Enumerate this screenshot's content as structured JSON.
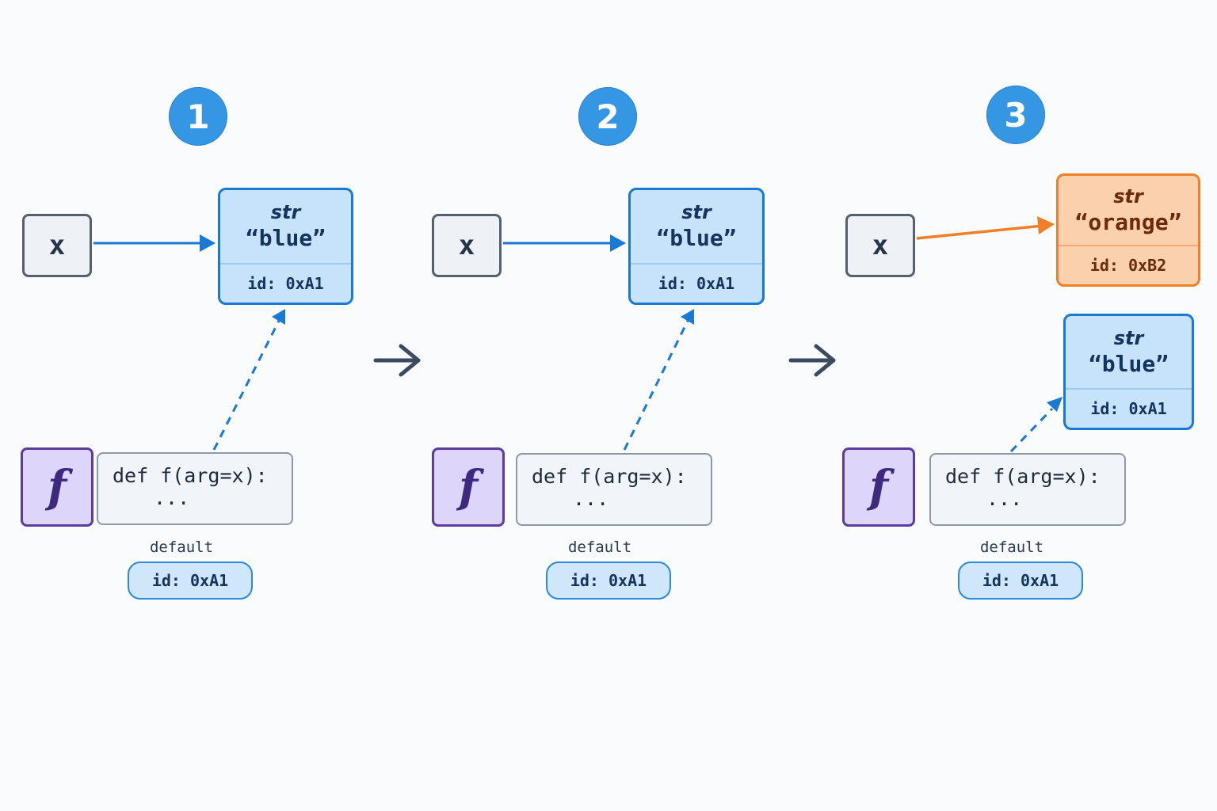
{
  "colors": {
    "badge": "#3596e3",
    "blue_object_fill": "#c6e3fb",
    "blue_object_border": "#1a79d5",
    "orange_object_fill": "#fbd0ad",
    "orange_object_border": "#ef7f28",
    "function_fill": "#ddd6fa",
    "function_border": "#5a3d9e",
    "step_arrow": "#3a4a60"
  },
  "function_icon_glyph": "f",
  "steps": [
    {
      "number": "1",
      "variable": {
        "name": "x",
        "points_to": "object_a"
      },
      "objects": [
        {
          "key": "object_a",
          "type": "str",
          "value": "“blue”",
          "id": "id: 0xA1",
          "color": "blue"
        }
      ],
      "function": {
        "code_line1": "def f(arg=x):",
        "code_line2": "...",
        "default_label": "default",
        "default_id": "id: 0xA1",
        "default_points_to": "object_a"
      }
    },
    {
      "number": "2",
      "variable": {
        "name": "x",
        "points_to": "object_a"
      },
      "objects": [
        {
          "key": "object_a",
          "type": "str",
          "value": "“blue”",
          "id": "id: 0xA1",
          "color": "blue"
        }
      ],
      "function": {
        "code_line1": "def f(arg=x):",
        "code_line2": "...",
        "default_label": "default",
        "default_id": "id: 0xA1",
        "default_points_to": "object_a"
      }
    },
    {
      "number": "3",
      "variable": {
        "name": "x",
        "points_to": "object_b"
      },
      "objects": [
        {
          "key": "object_b",
          "type": "str",
          "value": "“orange”",
          "id": "id: 0xB2",
          "color": "orange"
        },
        {
          "key": "object_a",
          "type": "str",
          "value": "“blue”",
          "id": "id: 0xA1",
          "color": "blue"
        }
      ],
      "function": {
        "code_line1": "def f(arg=x):",
        "code_line2": "...",
        "default_label": "default",
        "default_id": "id: 0xA1",
        "default_points_to": "object_a"
      }
    }
  ]
}
